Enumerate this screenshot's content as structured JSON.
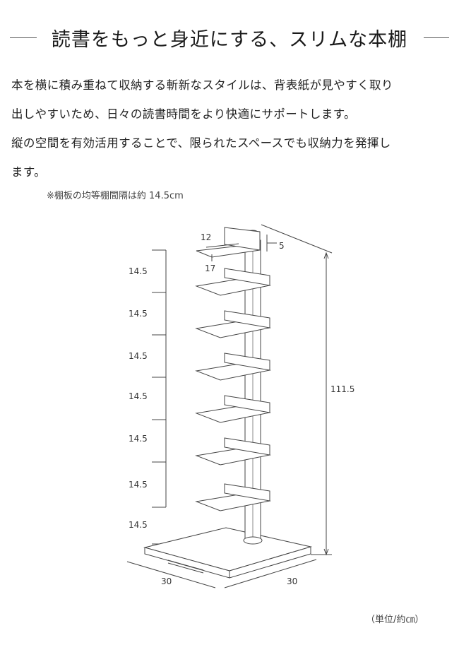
{
  "title": "読書をもっと身近にする、スリムな本棚",
  "description": [
    "本を横に積み重ねて収納する斬新なスタイルは、背表紙が見やすく取り",
    "出しやすいため、日々の読書時間をより快適にサポートします。",
    "縦の空間を有効活用することで、限られたスペースでも収納力を発揮し",
    "ます。"
  ],
  "note": "※棚板の均等棚間隔は約 14.5cm",
  "unit_note": "（単位/約㎝）",
  "dimensions": {
    "shelf_gap_labels": [
      "14.5",
      "14.5",
      "14.5",
      "14.5",
      "14.5",
      "14.5",
      "14.5"
    ],
    "height": "111.5",
    "base_width": "30",
    "base_depth": "30",
    "shelf_width": "12",
    "shelf_depth": "17",
    "shelf_lip": "5"
  }
}
